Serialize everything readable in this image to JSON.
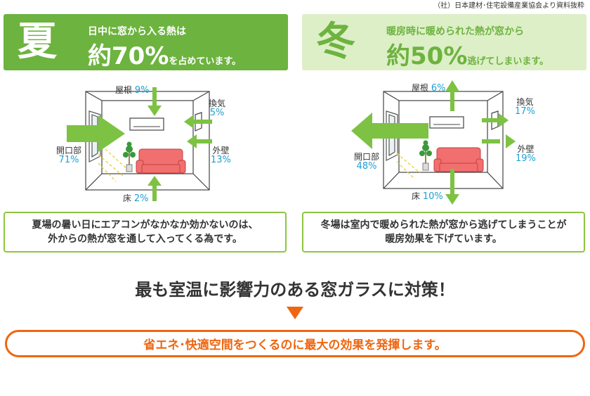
{
  "source_note": "（社）日本建材･住宅設備産業協会より資料抜粋",
  "summer": {
    "kanji": "夏",
    "line1": "日中に窓から入る熱は",
    "big": "約70%",
    "small": "を占めています。",
    "labels": {
      "roof": {
        "name": "屋根",
        "pct": "9%"
      },
      "vent": {
        "name": "換気",
        "pct": "5%"
      },
      "opening": {
        "name": "開口部",
        "pct": "71%"
      },
      "wall": {
        "name": "外壁",
        "pct": "13%"
      },
      "floor": {
        "name": "床",
        "pct": "2%"
      }
    },
    "caption_1": "夏場の暑い日にエアコンがなかなか効かないのは、",
    "caption_2": "外からの熱が窓を通して入ってくる為です。"
  },
  "winter": {
    "kanji": "冬",
    "line1": "暖房時に暖められた熱が窓から",
    "big": "約50%",
    "small": "逃げてしまいます。",
    "labels": {
      "roof": {
        "name": "屋根",
        "pct": "6%"
      },
      "vent": {
        "name": "換気",
        "pct": "17%"
      },
      "opening": {
        "name": "開口部",
        "pct": "48%"
      },
      "wall": {
        "name": "外壁",
        "pct": "19%"
      },
      "floor": {
        "name": "床",
        "pct": "10%"
      }
    },
    "caption_1": "冬場は室内で暖められた熱が窓から逃げてしまうことが",
    "caption_2": "暖房効果を下げています。"
  },
  "headline": "最も室温に影響力のある窓ガラスに対策！",
  "conclusion": "省エネ･快適空間をつくるのに最大の効果を発揮します。",
  "colors": {
    "accent_green": "#6db33f",
    "light_green": "#ddefc7",
    "arrow_green": "#7dc242",
    "percent_blue": "#1da0d2",
    "orange": "#ee6611",
    "sofa": "#f26f6f"
  }
}
